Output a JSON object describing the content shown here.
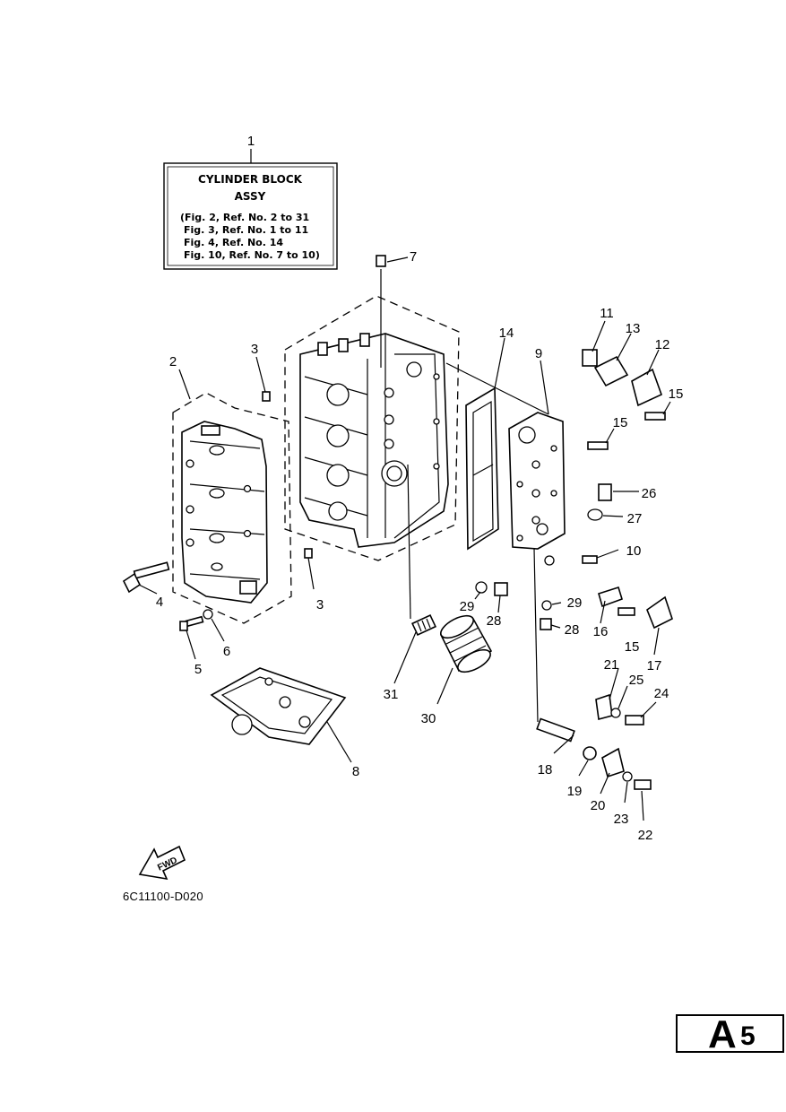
{
  "note_box": {
    "title_line1": "CYLINDER BLOCK",
    "title_line2": "ASSY",
    "lines": [
      "(Fig. 2, Ref. No. 2 to 31",
      "Fig. 3, Ref. No. 1 to 11",
      "Fig. 4, Ref. No. 14",
      "Fig. 10, Ref. No. 7 to 10)"
    ]
  },
  "callouts": {
    "c1": "1",
    "c2": "2",
    "c3a": "3",
    "c3b": "3",
    "c4": "4",
    "c5": "5",
    "c6": "6",
    "c7": "7",
    "c8": "8",
    "c9": "9",
    "c10": "10",
    "c11": "11",
    "c12": "12",
    "c13": "13",
    "c14": "14",
    "c15a": "15",
    "c15b": "15",
    "c15c": "15",
    "c16": "16",
    "c17": "17",
    "c18": "18",
    "c19": "19",
    "c20": "20",
    "c21": "21",
    "c22": "22",
    "c23": "23",
    "c24": "24",
    "c25": "25",
    "c26": "26",
    "c27": "27",
    "c28a": "28",
    "c28b": "28",
    "c29a": "29",
    "c29b": "29",
    "c30": "30",
    "c31": "31"
  },
  "fwd_label": "FWD",
  "figure_code": "6C11100-D020",
  "page_tag": {
    "letter": "A",
    "number": "5"
  }
}
